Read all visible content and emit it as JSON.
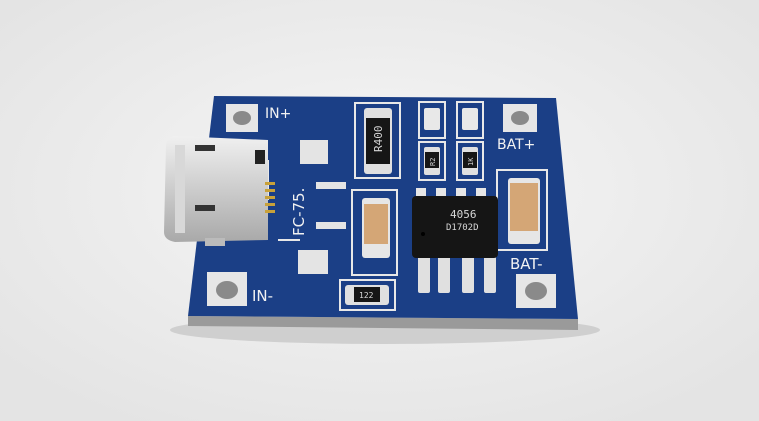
{
  "board": {
    "labels": {
      "in_plus": "IN+",
      "in_minus": "IN-",
      "bat_plus": "BAT+",
      "bat_minus": "BAT-",
      "model": "FC-75."
    },
    "components": {
      "ic_line1": "4056",
      "ic_line2": "D1702D",
      "resistor_main": "R400",
      "resistor_bottom": "122",
      "resistor_small_1": "R2",
      "resistor_small_2": "1K"
    },
    "colors": {
      "pcb": "#1b3f86",
      "background": "#ececec",
      "pad": "#e2e2e2",
      "capacitor": "#d4a676"
    }
  }
}
